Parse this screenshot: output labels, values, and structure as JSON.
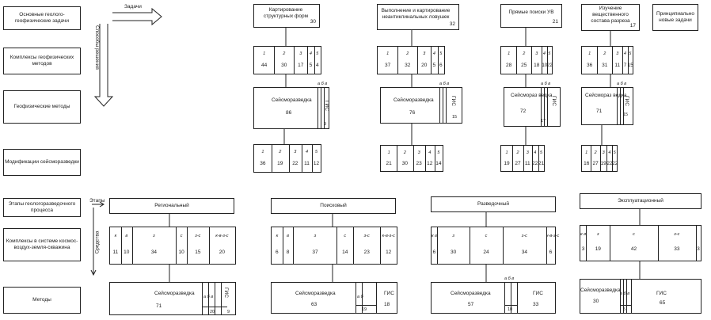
{
  "left_rows": {
    "top": [
      "Основные геолого-геофизические задачи",
      "Комплексы геофизических методов",
      "Геофизические методы",
      "Модификации сейсморазведки"
    ],
    "bottom": [
      "Этапы геологоразведочного процесса",
      "Комплексы в системе космос-воздух-земля-скважина",
      "Методы"
    ]
  },
  "arrow_labels": {
    "tasks": "Задачи",
    "ways": "Способы решения",
    "stages": "Этапы",
    "means": "Средства"
  },
  "tasks": [
    {
      "name": "Картирование структурных форм",
      "num": "30"
    },
    {
      "name": "Выполнение и картирование неантиклинальных ловушек",
      "num": "32"
    },
    {
      "name": "Прямые поиски УВ",
      "num": "21"
    },
    {
      "name": "Изучение вещественного состава разреза",
      "num": "17"
    },
    {
      "name": "Принципиально новые задачи",
      "num": ""
    }
  ],
  "complexes": [
    {
      "cells": [
        {
          "h": "1",
          "v": "44"
        },
        {
          "h": "2",
          "v": "30"
        },
        {
          "h": "3",
          "v": "17"
        },
        {
          "h": "4",
          "v": "5"
        },
        {
          "h": "5",
          "v": "4"
        }
      ]
    },
    {
      "cells": [
        {
          "h": "1",
          "v": "37"
        },
        {
          "h": "2",
          "v": "32"
        },
        {
          "h": "3",
          "v": "20"
        },
        {
          "h": "4",
          "v": "5"
        },
        {
          "h": "5",
          "v": "6"
        }
      ]
    },
    {
      "cells": [
        {
          "h": "1",
          "v": "28"
        },
        {
          "h": "2",
          "v": "25"
        },
        {
          "h": "3",
          "v": "18"
        },
        {
          "h": "4",
          "v": "10"
        },
        {
          "h": "5",
          "v": "22"
        }
      ]
    },
    {
      "cells": [
        {
          "h": "1",
          "v": "36"
        },
        {
          "h": "2",
          "v": "31"
        },
        {
          "h": "3",
          "v": "11"
        },
        {
          "h": "4",
          "v": "7"
        },
        {
          "h": "5",
          "v": "15"
        }
      ]
    }
  ],
  "methods_top": [
    {
      "name": "Сейсморазведка",
      "num": "86",
      "sub": "а б в",
      "gis": "ГИС",
      "sidenum": "9"
    },
    {
      "name": "Сейсморазведка",
      "num": "76",
      "sub": "а б в",
      "gis": "ГИС",
      "sidenum": "15"
    },
    {
      "name": "Сейсмораз ведка",
      "num": "72",
      "sub": "а б в",
      "gis": "ГИС",
      "sidenum": "17"
    },
    {
      "name": "Сейсмораз ведка",
      "num": "71",
      "sub": "а б в",
      "gis": "ГИС",
      "sidenum": "15"
    }
  ],
  "modifications": [
    {
      "cells": [
        {
          "h": "1",
          "v": "36"
        },
        {
          "h": "2",
          "v": "19"
        },
        {
          "h": "3",
          "v": "22"
        },
        {
          "h": "4",
          "v": "11"
        },
        {
          "h": "5",
          "v": "12"
        }
      ]
    },
    {
      "cells": [
        {
          "h": "1",
          "v": "21"
        },
        {
          "h": "2",
          "v": "30"
        },
        {
          "h": "3",
          "v": "23"
        },
        {
          "h": "4",
          "v": "12"
        },
        {
          "h": "5",
          "v": "14"
        }
      ]
    },
    {
      "cells": [
        {
          "h": "1",
          "v": "19"
        },
        {
          "h": "2",
          "v": "27"
        },
        {
          "h": "3",
          "v": "11"
        },
        {
          "h": "4",
          "v": "22"
        },
        {
          "h": "5",
          "v": "21"
        }
      ]
    },
    {
      "cells": [
        {
          "h": "1",
          "v": "16"
        },
        {
          "h": "2",
          "v": "27"
        },
        {
          "h": "3",
          "v": "19"
        },
        {
          "h": "4",
          "v": "22"
        },
        {
          "h": "5",
          "v": "22"
        }
      ]
    }
  ],
  "stages": [
    "Региональный",
    "Поисковый",
    "Разведочный",
    "Эксплуатационный"
  ],
  "bottom_complexes": [
    {
      "cells": [
        {
          "h": "к",
          "v": "11"
        },
        {
          "h": "в",
          "v": "10"
        },
        {
          "h": "з",
          "v": "34"
        },
        {
          "h": "с",
          "v": "10"
        },
        {
          "h": "з-с",
          "v": "15"
        },
        {
          "h": "к-в-з-с",
          "v": "20"
        }
      ]
    },
    {
      "cells": [
        {
          "h": "к",
          "v": "6"
        },
        {
          "h": "в",
          "v": "8"
        },
        {
          "h": "з",
          "v": "37"
        },
        {
          "h": "с",
          "v": "14"
        },
        {
          "h": "з-с",
          "v": "23"
        },
        {
          "h": "к-в-з-с",
          "v": "12"
        }
      ]
    },
    {
      "cells": [
        {
          "h": "к в",
          "v": "6"
        },
        {
          "h": "з",
          "v": "30"
        },
        {
          "h": "с",
          "v": "24"
        },
        {
          "h": "з-с",
          "v": "34"
        },
        {
          "h": "к-в-з-с",
          "v": "6"
        }
      ]
    },
    {
      "cells": [
        {
          "h": "к в",
          "v": "3"
        },
        {
          "h": "з",
          "v": "19"
        },
        {
          "h": "с",
          "v": "42"
        },
        {
          "h": "з-с",
          "v": "33"
        },
        {
          "h": "",
          "v": "3"
        }
      ]
    }
  ],
  "bottom_methods": [
    {
      "name": "Сейсморазведка",
      "num": "71",
      "sub": "а б в",
      "subnum": "20",
      "gis": "ГИС",
      "gisnum": "9"
    },
    {
      "name": "Сейсморазведка",
      "num": "63",
      "sub": "а б",
      "subnum": "19",
      "gis": "ГИС",
      "gisnum": "18"
    },
    {
      "name": "Сейсморазведка",
      "num": "57",
      "sub": "а б в",
      "subnum": "10",
      "gis": "ГИС",
      "gisnum": "33"
    },
    {
      "name": "Сейсморазведка",
      "num": "30",
      "sub": "а б в",
      "subnum": "5",
      "gis": "ГИС",
      "gisnum": "65"
    }
  ]
}
